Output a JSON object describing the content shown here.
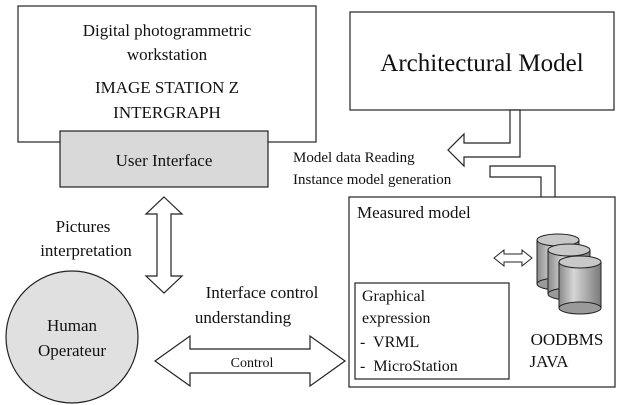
{
  "workstation": {
    "line1": "Digital photogrammetric",
    "line2": "workstation",
    "line3": "IMAGE STATION  Z",
    "line4": "INTERGRAPH"
  },
  "user_interface": {
    "label": "User Interface"
  },
  "architectural_model": {
    "label": "Architectural Model"
  },
  "model_data": {
    "line1": "Model data Reading",
    "line2": "Instance model generation"
  },
  "measured_model": {
    "title": "Measured model"
  },
  "graphical_expression": {
    "line1": "Graphical",
    "line2": "expression",
    "item1": " -  VRML",
    "item2": " -  MicroStation"
  },
  "database": {
    "line1": "OODBMS",
    "line2": "JAVA"
  },
  "pictures": {
    "line1": "Pictures",
    "line2": "interpretation"
  },
  "interface_control": {
    "line1": "Interface control",
    "line2": "understanding"
  },
  "control_arrow": {
    "label": "Control"
  },
  "human": {
    "line1": "Human",
    "line2": "Operateur"
  },
  "colors": {
    "box_gray": "#d9d9d9",
    "circle_gray": "#e0e0e0",
    "line": "#222222"
  }
}
